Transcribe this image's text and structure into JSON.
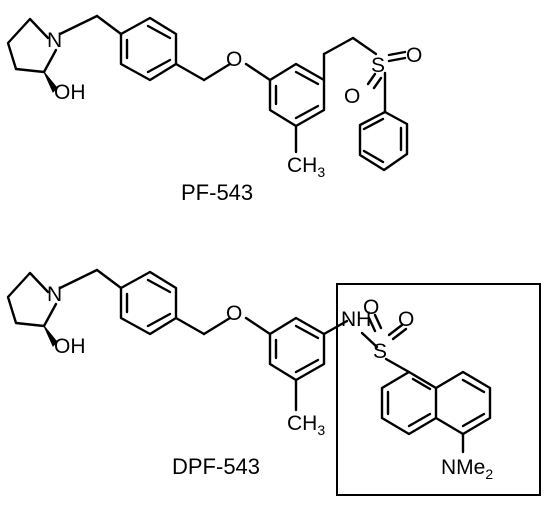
{
  "molecules": [
    {
      "caption": "PF-543",
      "atoms": {
        "n": "N",
        "oh": "OH",
        "o_ether": "O",
        "s": "S",
        "o_s1": "O",
        "o_s2": "O",
        "ch3": "CH",
        "ch3_sub": "3"
      }
    },
    {
      "caption": "DPF-543",
      "atoms": {
        "n": "N",
        "oh": "OH",
        "o_ether": "O",
        "nh": "NH",
        "s": "S",
        "o_s1": "O",
        "o_s2": "O",
        "ch3": "CH",
        "ch3_sub": "3",
        "nme2": "NMe",
        "nme2_sub": "2"
      }
    }
  ]
}
